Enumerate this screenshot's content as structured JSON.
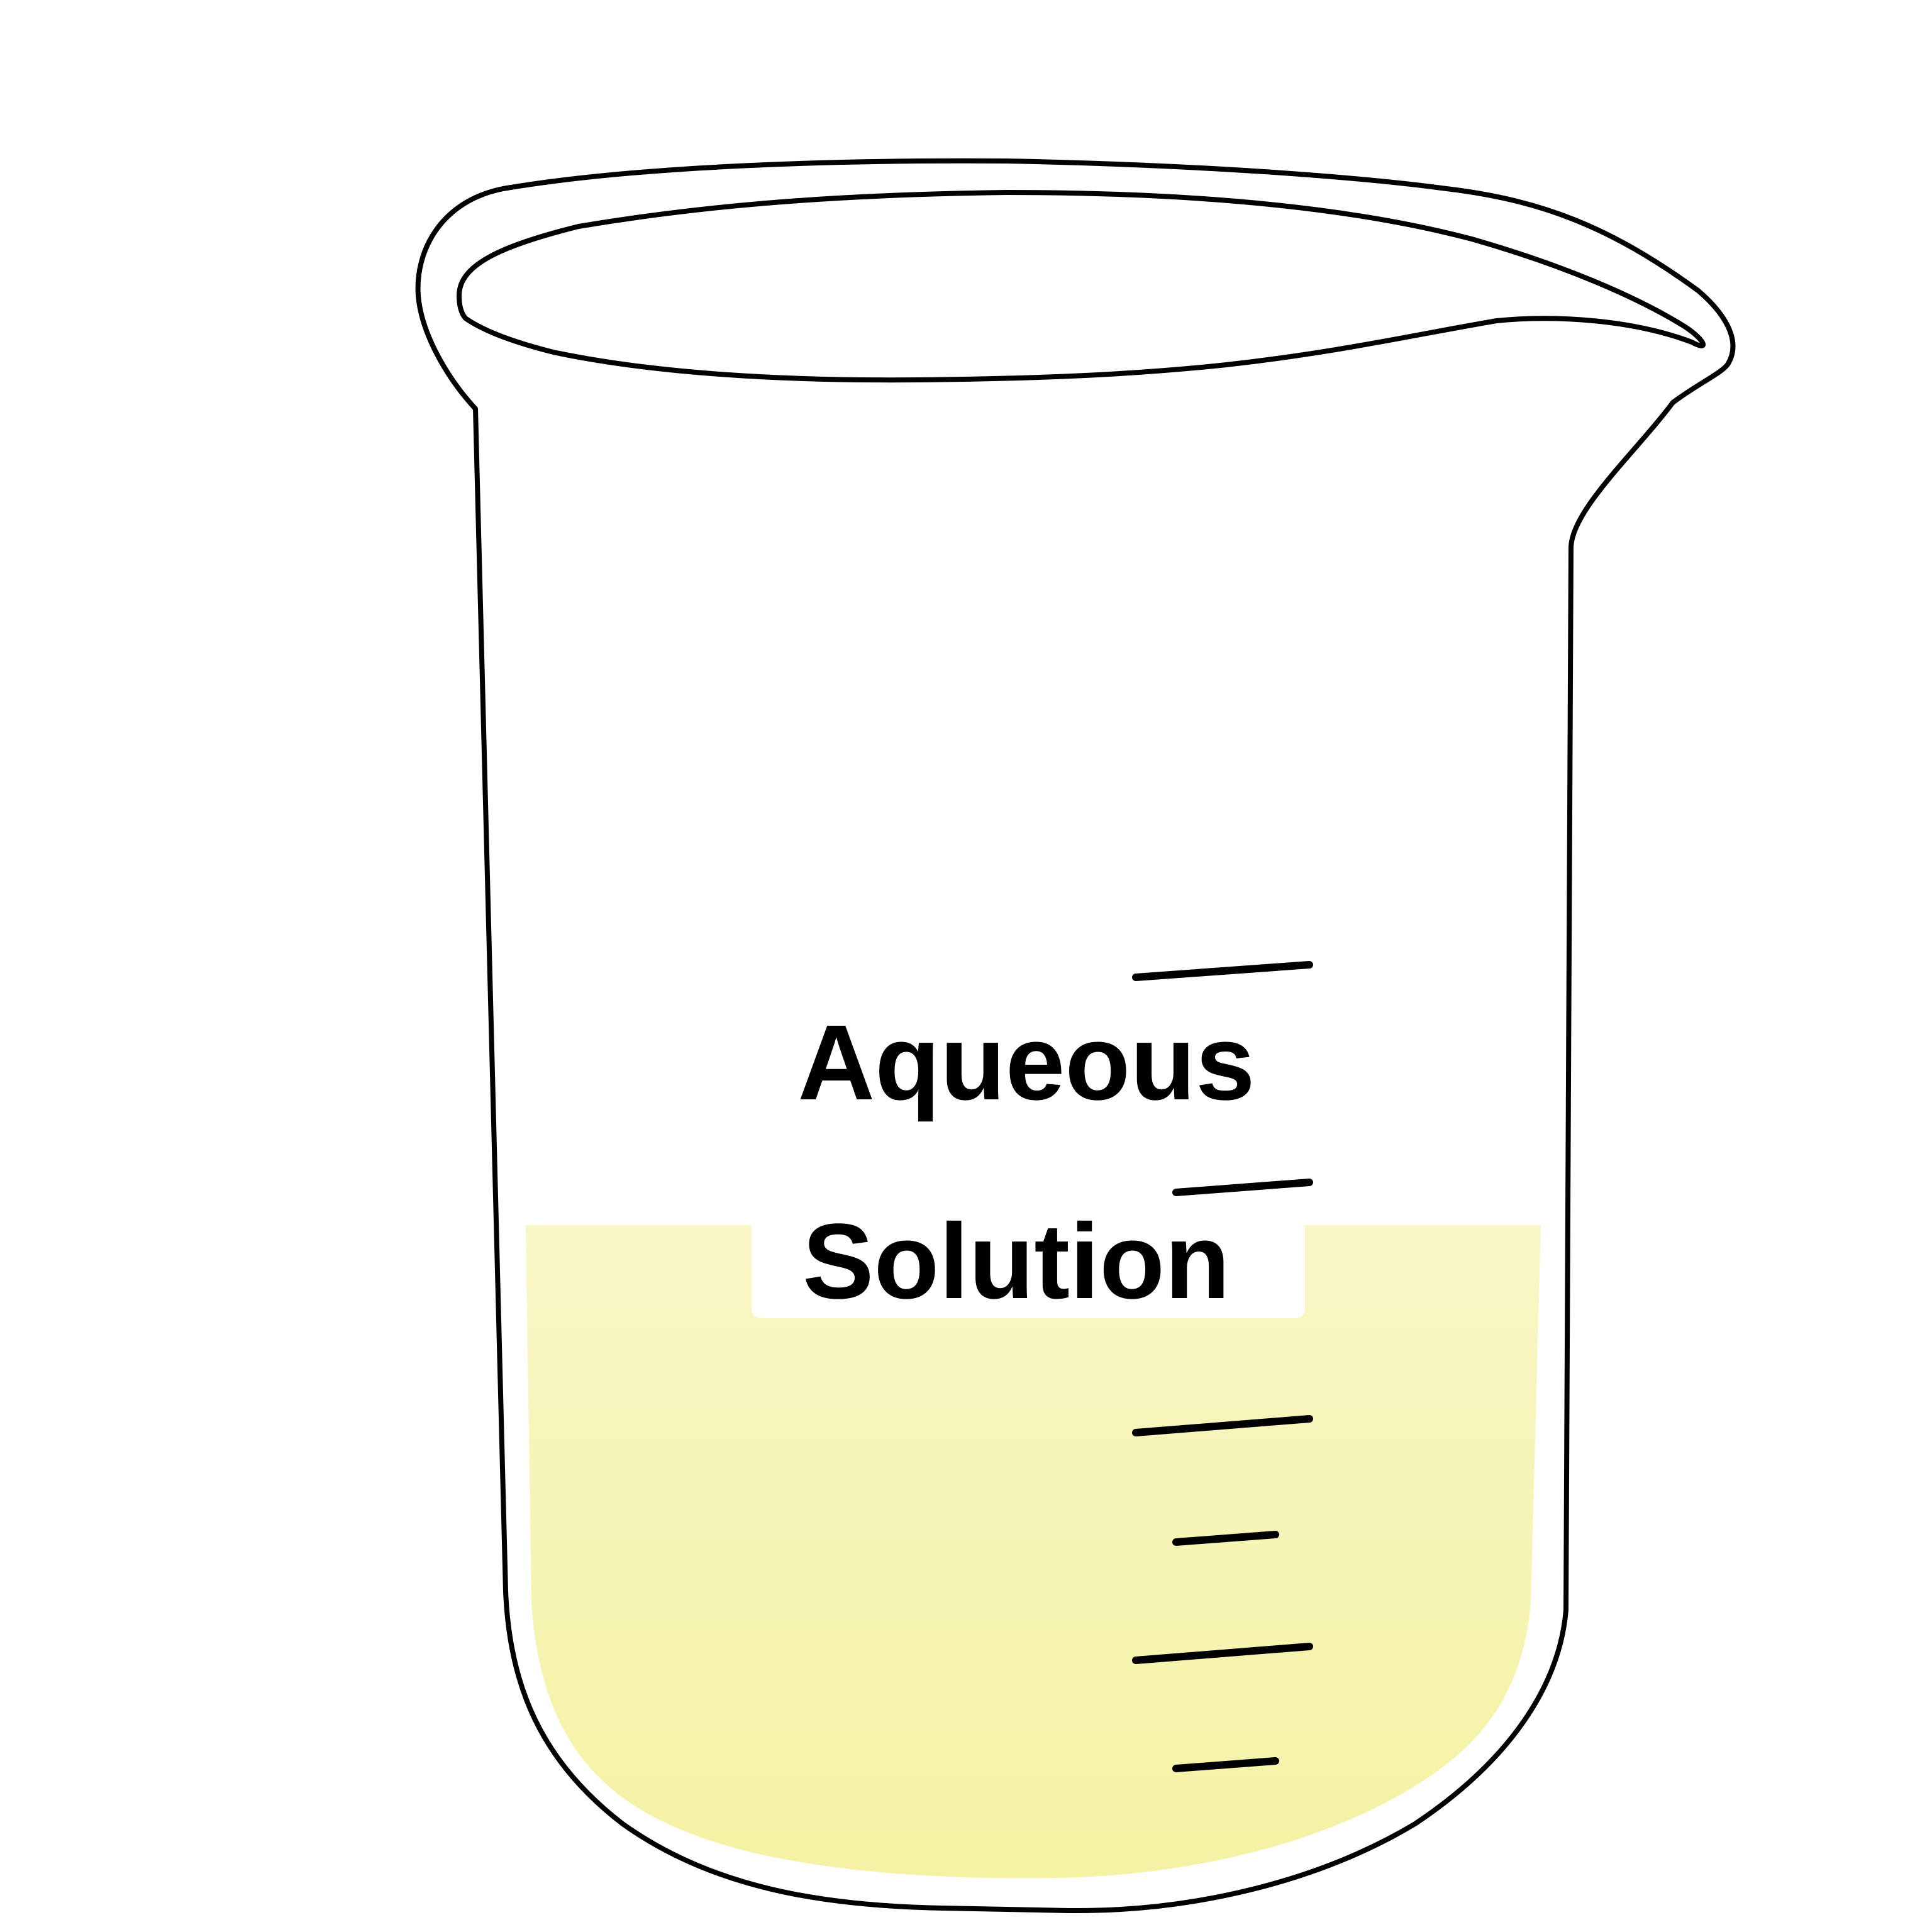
{
  "label": {
    "line1": "Aqueous",
    "line2": "Solution"
  },
  "colors": {
    "liquid_top": "#f8f6c6",
    "liquid_bottom": "#f5f2a4",
    "outline": "#000000",
    "label_background": "#ffffff"
  },
  "liquid_level_fraction": 0.45,
  "graduation_marks": {
    "count": 6
  }
}
